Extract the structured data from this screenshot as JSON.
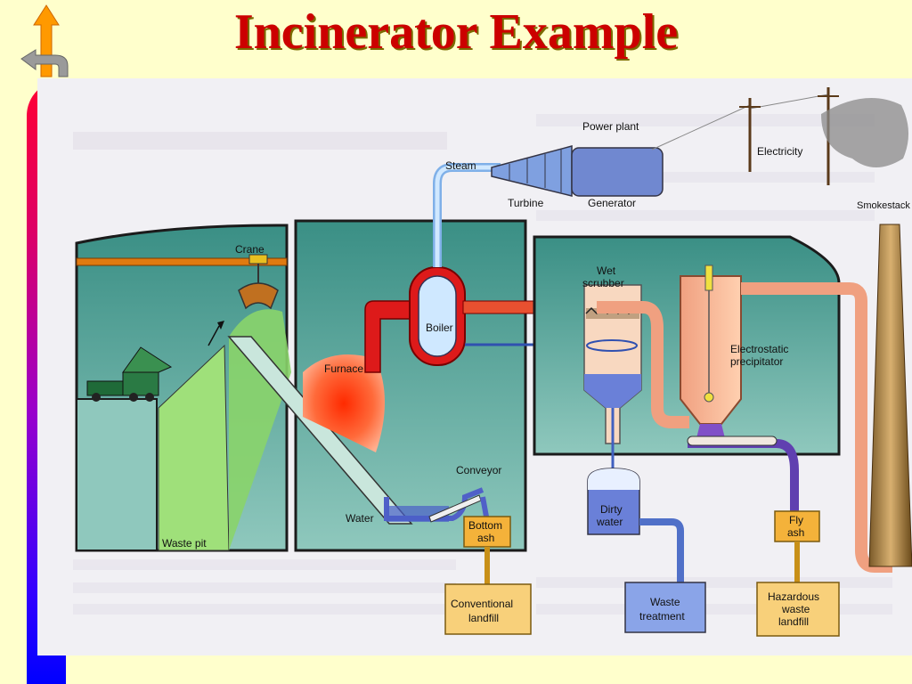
{
  "slide": {
    "title": "Incinerator Example"
  },
  "colors": {
    "title": "#cc0000",
    "background": "#ffffcc",
    "sidebar_top": "#ff0033",
    "sidebar_bottom": "#0000ff",
    "nav_arrow_up": "#ff9900",
    "nav_arrow_left": "#999999"
  },
  "nav": {
    "icons": [
      "up-arrow-icon",
      "return-arrow-icon"
    ]
  },
  "diagram": {
    "labels": {
      "power_plant": "Power plant",
      "steam": "Steam",
      "turbine": "Turbine",
      "generator": "Generator",
      "electricity": "Electricity",
      "smokestack": "Smokestack",
      "crane": "Crane",
      "wet_scrubber_1": "Wet",
      "wet_scrubber_2": "scrubber",
      "boiler": "Boiler",
      "furnace": "Furnace",
      "electrostatic_1": "Electrostatic",
      "electrostatic_2": "precipitator",
      "conveyor": "Conveyor",
      "water": "Water",
      "waste_pit": "Waste pit",
      "dirty_water_1": "Dirty",
      "dirty_water_2": "water"
    },
    "boxes": {
      "bottom_ash_1": "Bottom",
      "bottom_ash_2": "ash",
      "fly_ash_1": "Fly",
      "fly_ash_2": "ash",
      "conventional_landfill_1": "Conventional",
      "conventional_landfill_2": "landfill",
      "waste_treatment_1": "Waste",
      "waste_treatment_2": "treatment",
      "hazardous_1": "Hazardous",
      "hazardous_2": "waste",
      "hazardous_3": "landfill"
    }
  }
}
